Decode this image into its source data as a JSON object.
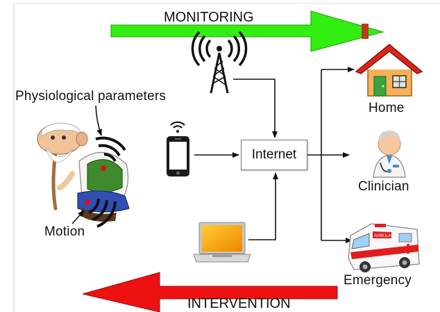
{
  "labels": {
    "monitoring": "MONITORING",
    "intervention": "INTERVENTION",
    "physiological": "Physiological parameters",
    "motion": "Motion",
    "internet": "Internet",
    "home": "Home",
    "clinician": "Clinician",
    "emergency": "Emergency",
    "ambulance_text": "AMBULANCE"
  },
  "colors": {
    "monitoring_arrow": "#33ee11",
    "intervention_arrow": "#ee1111",
    "connector": "#111111",
    "phone": "#1a1a1a",
    "house_roof": "#d9261c",
    "house_wall": "#f3b25a",
    "laptop_screen": "#f5a300",
    "sensor_dot": "#e01010"
  },
  "icons": [
    "antenna-tower-icon",
    "smartphone-icon",
    "laptop-icon",
    "house-icon",
    "clinician-icon",
    "ambulance-icon",
    "elderly-man-icon"
  ]
}
